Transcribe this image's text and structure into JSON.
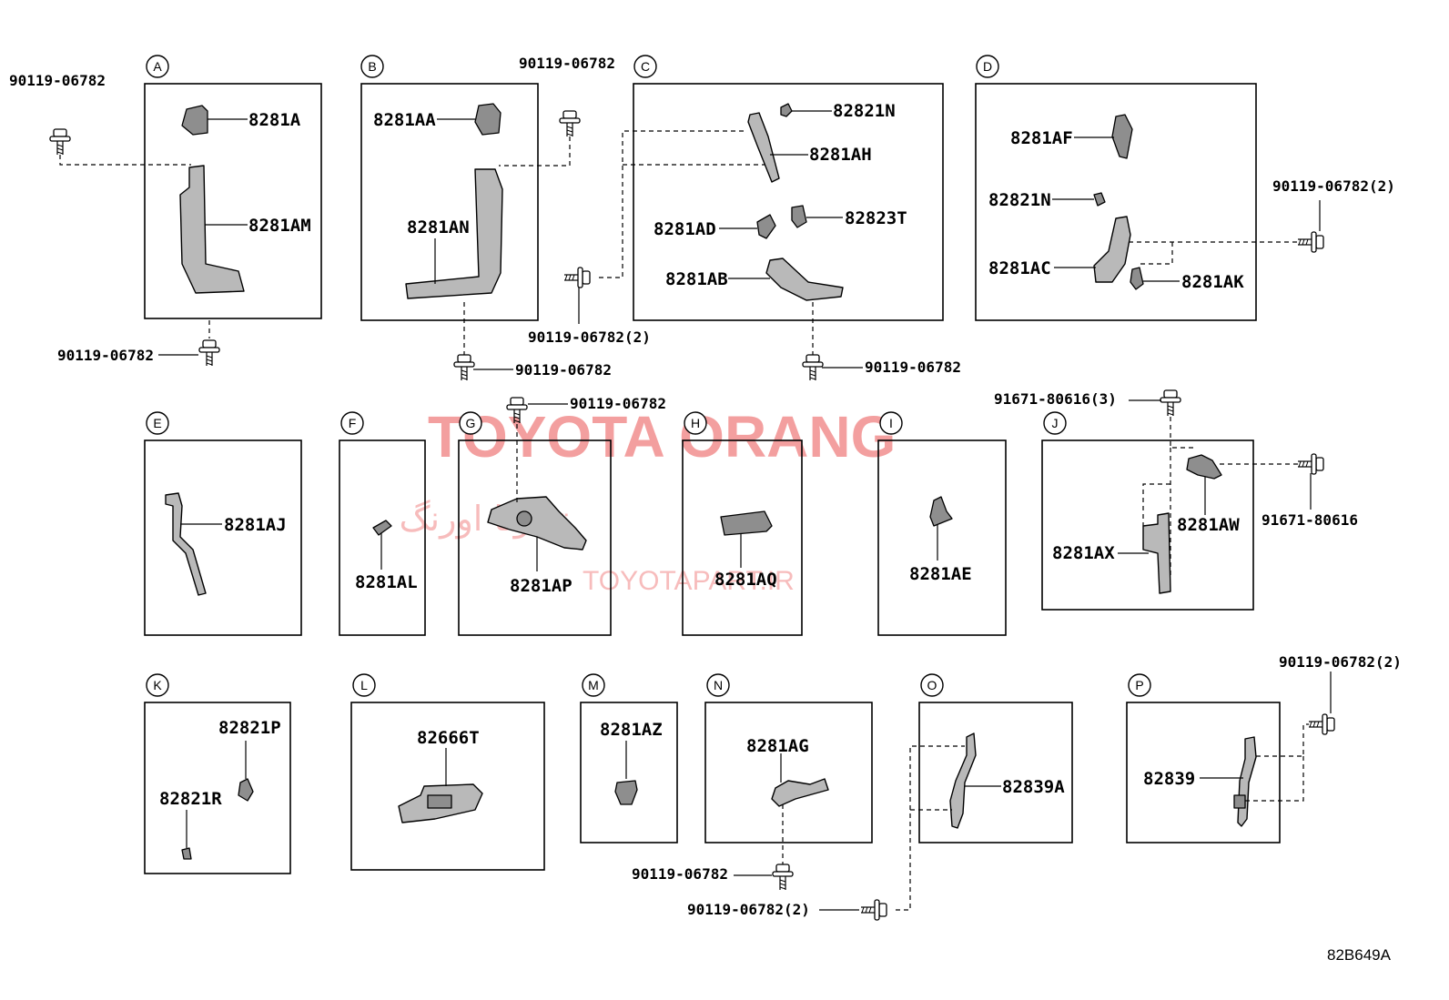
{
  "watermark": {
    "brand": "TOYOTA ORANG",
    "persian": "تویوتا اورنگ",
    "site": "TOYOTAPART.IR"
  },
  "diagram_code": "82B649A",
  "panels": {
    "A": {
      "letter": "A",
      "parts": [
        "8281A",
        "8281AM"
      ],
      "bolts": [
        "90119-06782",
        "90119-06782"
      ]
    },
    "B": {
      "letter": "B",
      "parts": [
        "8281AA",
        "8281AN"
      ],
      "bolts": [
        "90119-06782",
        "90119-06782"
      ]
    },
    "C": {
      "letter": "C",
      "parts": [
        "82821N",
        "8281AH",
        "8281AD",
        "82823T",
        "8281AB"
      ],
      "bolts": [
        "90119-06782(2)",
        "90119-06782"
      ]
    },
    "D": {
      "letter": "D",
      "parts": [
        "8281AF",
        "82821N",
        "8281AC",
        "8281AK"
      ],
      "bolts": [
        "90119-06782(2)"
      ]
    },
    "E": {
      "letter": "E",
      "parts": [
        "8281AJ"
      ]
    },
    "F": {
      "letter": "F",
      "parts": [
        "8281AL"
      ]
    },
    "G": {
      "letter": "G",
      "parts": [
        "8281AP"
      ],
      "bolts": [
        "90119-06782"
      ]
    },
    "H": {
      "letter": "H",
      "parts": [
        "8281AQ"
      ]
    },
    "I": {
      "letter": "I",
      "parts": [
        "8281AE"
      ]
    },
    "J": {
      "letter": "J",
      "parts": [
        "8281AW",
        "8281AX"
      ],
      "bolts": [
        "91671-80616(3)",
        "91671-80616"
      ]
    },
    "K": {
      "letter": "K",
      "parts": [
        "82821P",
        "82821R"
      ]
    },
    "L": {
      "letter": "L",
      "parts": [
        "82666T"
      ]
    },
    "M": {
      "letter": "M",
      "parts": [
        "8281AZ"
      ]
    },
    "N": {
      "letter": "N",
      "parts": [
        "8281AG"
      ],
      "bolts": [
        "90119-06782"
      ]
    },
    "O": {
      "letter": "O",
      "parts": [
        "82839A"
      ],
      "bolts": [
        "90119-06782(2)"
      ]
    },
    "P": {
      "letter": "P",
      "parts": [
        "82839"
      ],
      "bolts": [
        "90119-06782(2)"
      ]
    }
  }
}
